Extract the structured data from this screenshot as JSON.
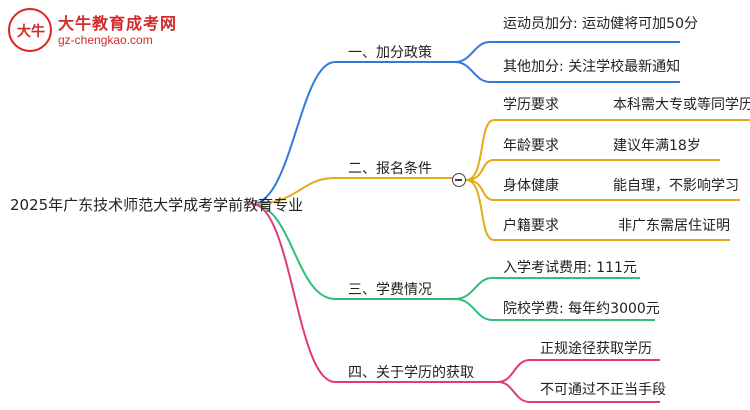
{
  "logo": {
    "title": "大牛教育成考网",
    "url": "gz-chengkao.com",
    "mark": "大牛"
  },
  "root": "2025年广东技术师范大学成考学前教育专业",
  "colors": {
    "branch1": "#2f7bdc",
    "branch2": "#e6a817",
    "branch3": "#2fbf7a",
    "branch4": "#e23a78"
  },
  "branches": [
    {
      "label": "一、加分政策",
      "items": [
        {
          "text": "运动员加分: 运动健将可加50分"
        },
        {
          "text": "其他加分: 关注学校最新通知"
        }
      ]
    },
    {
      "label": "二、报名条件",
      "items": [
        {
          "key": "学历要求",
          "value": "本科需大专或等同学历"
        },
        {
          "key": "年龄要求",
          "value": "建议年满18岁"
        },
        {
          "key": "身体健康",
          "value": "能自理，不影响学习"
        },
        {
          "key": "户籍要求",
          "value": "非广东需居住证明"
        }
      ]
    },
    {
      "label": "三、学费情况",
      "items": [
        {
          "text": "入学考试费用: 111元"
        },
        {
          "text": "院校学费: 每年约3000元"
        }
      ]
    },
    {
      "label": "四、关于学历的获取",
      "items": [
        {
          "text": "正规途径获取学历"
        },
        {
          "text": "不可通过不正当手段"
        }
      ]
    }
  ]
}
